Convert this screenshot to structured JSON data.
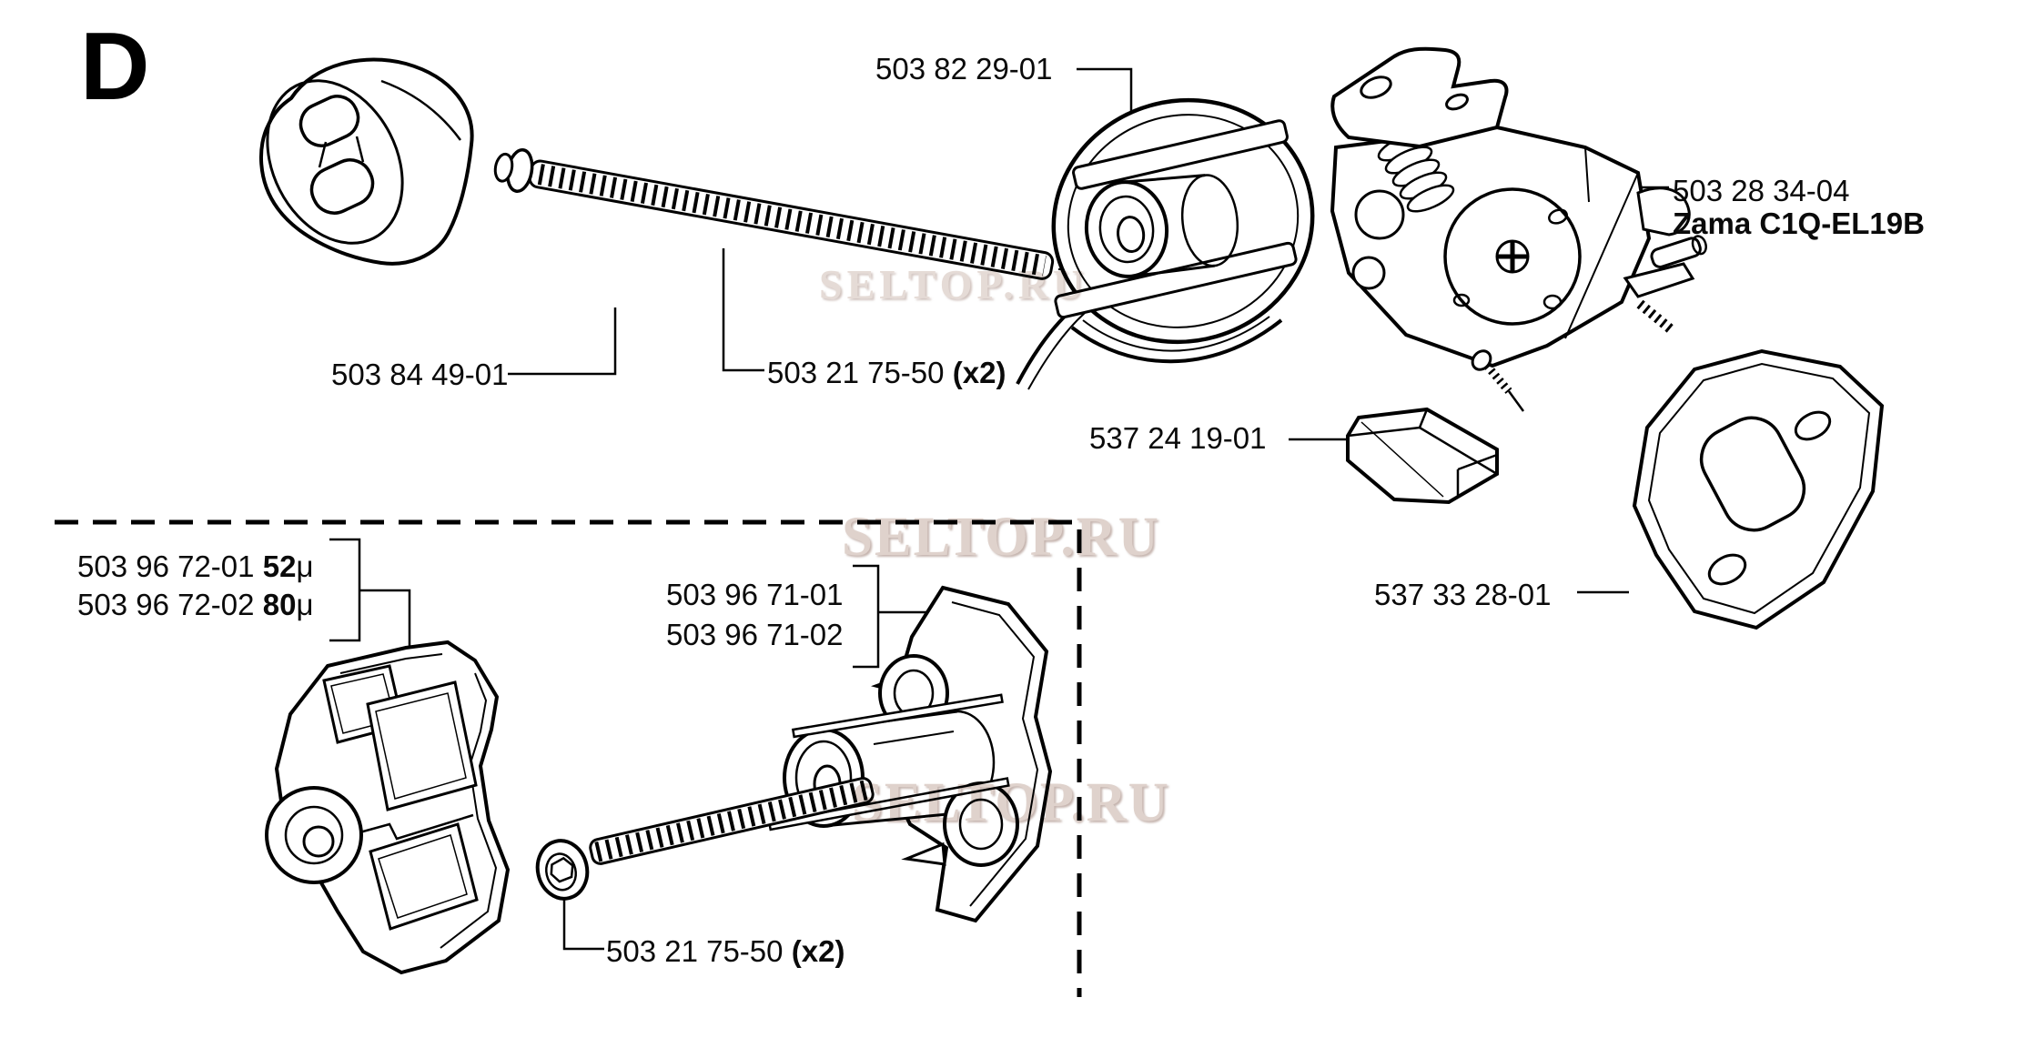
{
  "page": {
    "section_letter": "D",
    "watermark": "SELTOP.RU",
    "background_color": "#ffffff",
    "line_color": "#000000"
  },
  "labels": {
    "cage": {
      "part_number": "503 82 29-01"
    },
    "carburetor": {
      "part_number": "503 28 34-04",
      "model": "Zama C1Q-EL19B"
    },
    "muffler": {
      "part_number": "503 84 49-01"
    },
    "screw_upper": {
      "part_number": "503 21 75-50",
      "quantity": "(x2)"
    },
    "spacer": {
      "part_number": "537 24 19-01"
    },
    "gasket": {
      "part_number": "537 33 28-01"
    },
    "filter_52": {
      "part_number": "503 96 72-01",
      "size": "52",
      "unit": "μ"
    },
    "filter_80": {
      "part_number": "503 96 72-02",
      "size": "80",
      "unit": "μ"
    },
    "holder_01": {
      "part_number": "503 96 71-01"
    },
    "holder_02": {
      "part_number": "503 96 71-02"
    },
    "screw_lower": {
      "part_number": "503 21 75-50",
      "quantity": "(x2)"
    }
  }
}
